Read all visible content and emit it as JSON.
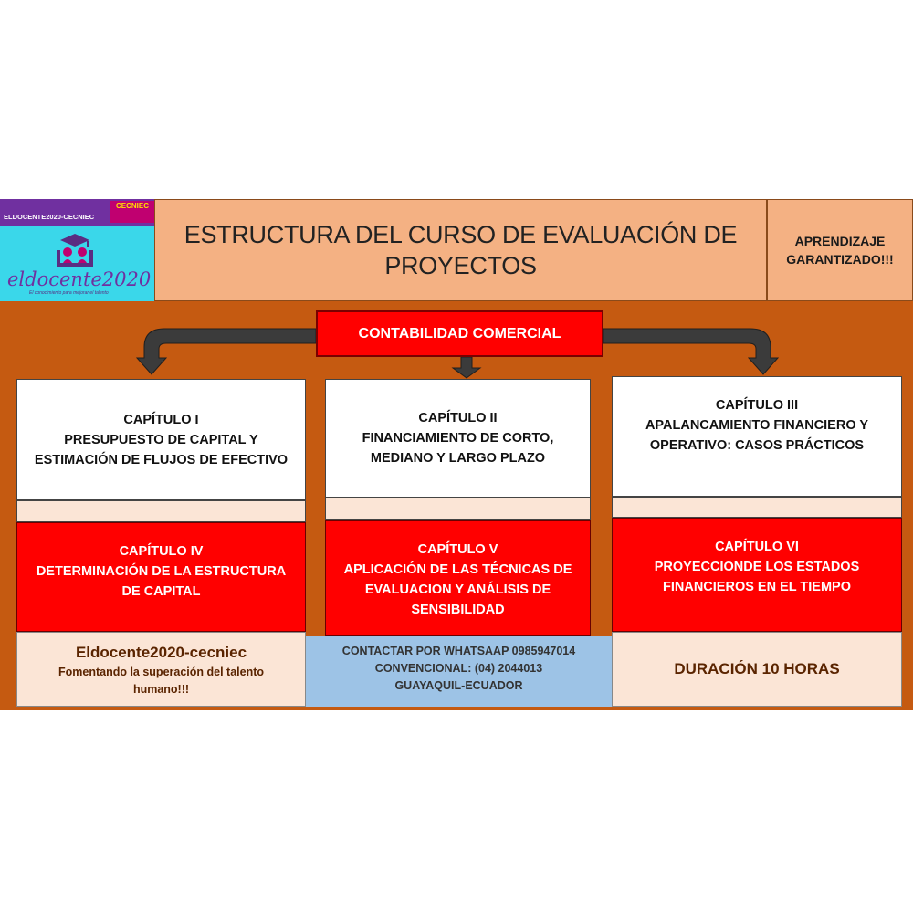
{
  "logo": {
    "top_text": "ELDOCENTE2020-CECNIEC",
    "badge": "CECNIEC",
    "name": "eldocente2020",
    "tagline": "El conocimiento para mejorar el talento",
    "icon": "graduation-people-icon",
    "bg_color": "#3ad7ea",
    "bar_color": "#7030a0"
  },
  "header": {
    "title": "ESTRUCTURA DEL  CURSO DE EVALUACIÓN DE PROYECTOS",
    "side_label": "APRENDIZAJE GARANTIZADO!!!"
  },
  "root": {
    "label": "CONTABILIDAD COMERCIAL"
  },
  "chapters": [
    {
      "text": "CAPÍTULO I\nPRESUPUESTO DE CAPITAL  Y ESTIMACIÓN DE FLUJOS DE EFECTIVO"
    },
    {
      "text": "CAPÍTULO II\nFINANCIAMIENTO DE CORTO, MEDIANO Y LARGO PLAZO"
    },
    {
      "text": "CAPÍTULO III\nAPALANCAMIENTO FINANCIERO Y OPERATIVO: CASOS PRÁCTICOS"
    },
    {
      "text": "CAPÍTULO IV\nDETERMINACIÓN DE LA ESTRUCTURA DE CAPITAL"
    },
    {
      "text": "CAPÍTULO V\nAPLICACIÓN DE LAS TÉCNICAS DE EVALUACION Y ANÁLISIS DE SENSIBILIDAD"
    },
    {
      "text": "CAPÍTULO VI\nPROYECCIONDE LOS ESTADOS FINANCIEROS EN EL TIEMPO"
    }
  ],
  "footer": {
    "brand": "Eldocente2020-cecniec",
    "slogan": "Fomentando  la superación  del talento humano!!!",
    "contact_line1": "CONTACTAR POR WHATSAAP 0985947014",
    "contact_line2": "CONVENCIONAL: (04) 2044013",
    "contact_line3": "GUAYAQUIL-ECUADOR",
    "duration": "DURACIÓN 10 HORAS"
  },
  "colors": {
    "background": "#c55a11",
    "header": "#f4b183",
    "accent_red": "#ff0000",
    "light_strip": "#fbe5d6",
    "contact_blue": "#9dc3e6",
    "arrow": "#3b3b3b"
  }
}
